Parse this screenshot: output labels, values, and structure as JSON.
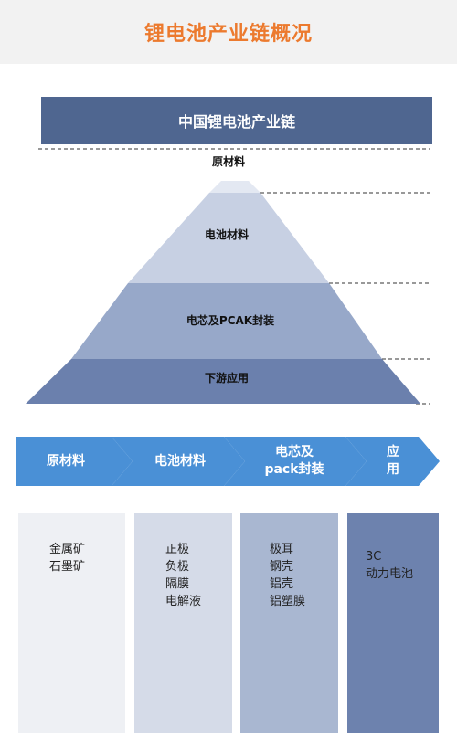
{
  "header": {
    "title": "锂电池产业链概况"
  },
  "pyramid": {
    "banner": "中国锂电池产业链",
    "tiers": [
      {
        "label": "原材料"
      },
      {
        "label": "电池材料"
      },
      {
        "label": "电芯及PCAK封装"
      },
      {
        "label": "下游应用"
      }
    ],
    "colors": {
      "banner": "#4f6690",
      "tier1": "#e3e8f2",
      "tier2": "#c7d0e3",
      "tier3": "#97a8c9",
      "tier4": "#6b80ad"
    }
  },
  "flow": {
    "steps": [
      {
        "line1": "原材料",
        "line2": ""
      },
      {
        "line1": "电池材料",
        "line2": ""
      },
      {
        "line1": "电芯及",
        "line2": "pack封装"
      },
      {
        "line1": "应",
        "line2": "用"
      }
    ],
    "color": "#4a90d6"
  },
  "panels": [
    {
      "items": [
        "金属矿",
        "石墨矿"
      ]
    },
    {
      "items": [
        "正极",
        "负极",
        "隔膜",
        "电解液"
      ]
    },
    {
      "items": [
        "极耳",
        "钢壳",
        "铝壳",
        "铝塑膜"
      ]
    },
    {
      "items": [
        "3C",
        "动力电池"
      ]
    }
  ]
}
